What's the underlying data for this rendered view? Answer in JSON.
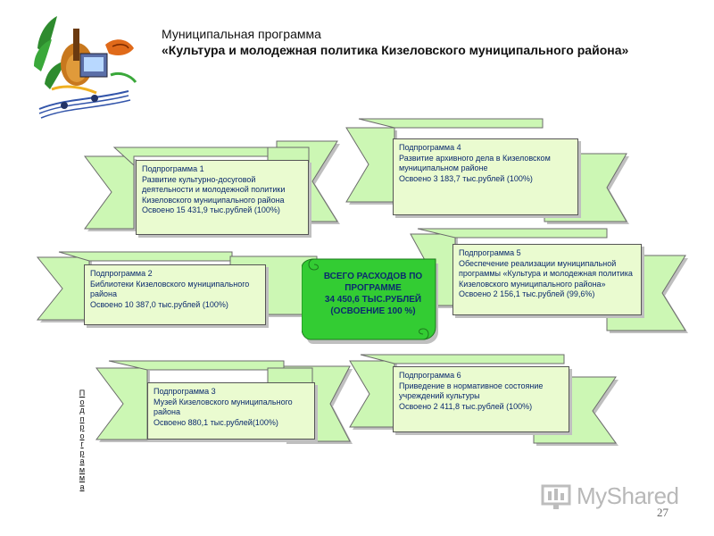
{
  "title": {
    "line1": "Муниципальная программа",
    "line2": "«Культура и молодежная политика Кизеловского муниципального района»"
  },
  "center": {
    "line1": "ВСЕГО РАСХОДОВ ПО",
    "line2": "ПРОГРАММЕ",
    "line3": "34 450,6 ТЫС.РУБЛЕЙ",
    "line4": "(ОСВОЕНИЕ 100 %)"
  },
  "subprograms": [
    {
      "header": "Подпрограмма 1",
      "text": "Развитие культурно-досуговой деятельности и молодежной политики Кизеловского муниципального района",
      "spent": "Освоено 15 431,9 тыс.рублей (100%)"
    },
    {
      "header": "Подпрограмма 2",
      "text": "Библиотеки Кизеловского муниципального района",
      "spent": "Освоено 10 387,0 тыс.рублей (100%)"
    },
    {
      "header": "Подпрограмма 3",
      "text": "Музей Кизеловского муниципального района",
      "spent": "Освоено 880,1 тыс.рублей(100%)"
    },
    {
      "header": "Подпрограмма 4",
      "text": "Развитие архивного дела в Кизеловском муниципальном районе",
      "spent": "Освоено 3 183,7 тыс.рублей (100%)"
    },
    {
      "header": "Подпрограмма 5",
      "text": "Обеспечение реализации муниципальной программы «Культура и молодежная политика Кизеловского муниципального района»",
      "spent": "Освоено 2 156,1 тыс.рублей (99,6%)"
    },
    {
      "header": "Подпрограмма 6",
      "text": "Приведение в нормативное состояние учреждений культуры",
      "spent": "Освоено 2 411,8 тыс.рублей (100%)"
    }
  ],
  "vertical_link": [
    "П",
    "о",
    "д",
    "п",
    "р",
    "о",
    "г",
    "р",
    "а",
    "м",
    "м",
    "а"
  ],
  "page_number": "27",
  "watermark": "MyShared",
  "colors": {
    "ribbon_fill": "#ccf7b4",
    "ribbon_stroke": "#6b6b6b",
    "card_fill": "#eafbd0",
    "center_fill": "#33cc33",
    "text_blue": "#0b2a6e"
  }
}
